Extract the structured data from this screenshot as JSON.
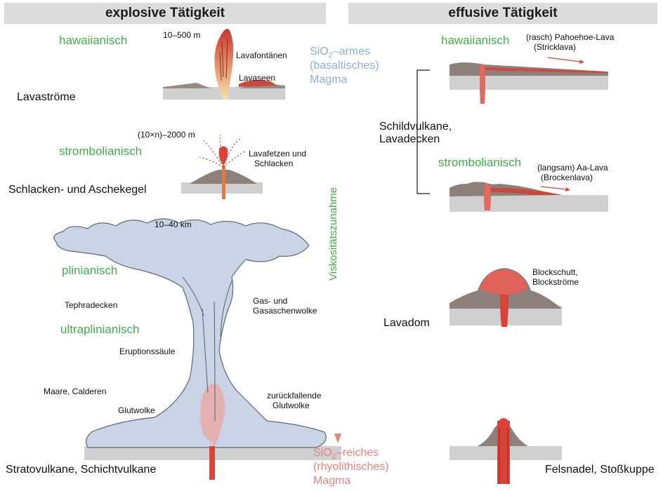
{
  "headers": {
    "explosive": "explosive Tätigkeit",
    "effusive": "effusive Tätigkeit"
  },
  "explosive": {
    "hawaiian_label": "hawaiianisch",
    "hawaiian_height": "10–500 m",
    "lavafontaenen": "Lavafontänen",
    "lavaseen": "Lavaseen",
    "lavastroeme": "Lavaströme",
    "strombolian_height": "(10×n)–2000 m",
    "strombolian_label": "strombolianisch",
    "lavafetzen_1": "Lavafetzen und",
    "lavafetzen_2": "Schlacken",
    "schlacken_kegel": "Schlacken- und Aschekegel",
    "plinian_height": "10–40 km",
    "plinian_label": "plinianisch",
    "tephradecken": "Tephradecken",
    "gas_1": "Gas- und",
    "gas_2": "Gasaschenwolke",
    "ultraplinian_label": "ultraplinianisch",
    "eruptionssaeule": "Eruptionssäule",
    "maare": "Maare, Calderen",
    "glutwolke": "Glutwolke",
    "zurueck_1": "zurückfallende",
    "zurueck_2": "Glutwolke",
    "strato": "Stratovulkane, Schichtvulkane"
  },
  "center": {
    "top_1": "SiO",
    "top_1_sub": "2",
    "top_1_rest": "–armes",
    "top_2": "(basaltisches)",
    "top_3": "Magma",
    "axis": "Viskositätszunahme",
    "bottom_1": "SiO",
    "bottom_1_sub": "2",
    "bottom_1_rest": "–reiches",
    "bottom_2": "(rhyolithisches)",
    "bottom_3": "Magma"
  },
  "effusive": {
    "hawaiian_label": "hawaiianisch",
    "pahoehoe_1": "(rasch) Pahoehoe-Lava",
    "pahoehoe_2": "(Stricklava)",
    "schild_1": "Schildvulkane,",
    "schild_2": "Lavadecken",
    "strombolian_label": "strombolianisch",
    "aa_1": "(langsam) Aa-Lava",
    "aa_2": "(Brockenlava)",
    "block_1": "Blockschutt,",
    "block_2": "Blockströme",
    "lavadom": "Lavadom",
    "felsnadel": "Felsnadel, Stoßkuppe"
  },
  "colors": {
    "green": "#3fae49",
    "blue": "#8fb0d6",
    "red": "#e8837d",
    "lava": "#d9443a",
    "cloud": "#c9d5e6",
    "ground": "#d0d0d0"
  }
}
